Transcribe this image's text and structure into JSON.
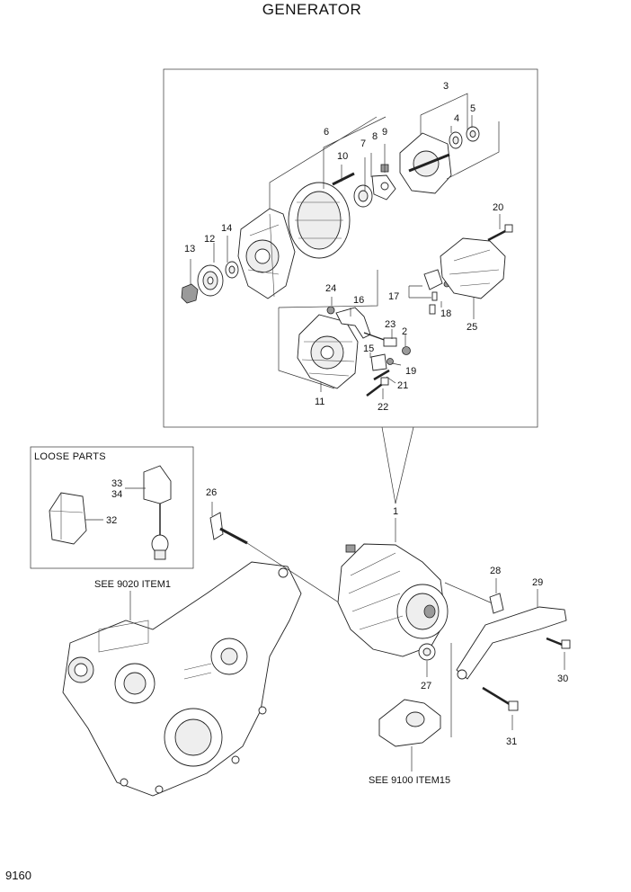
{
  "title": "GENERATOR",
  "page_number": "9160",
  "loose_parts_label": "LOOSE PARTS",
  "references": {
    "engine_cover": "SEE 9020 ITEM1",
    "bracket": "SEE 9100 ITEM15"
  },
  "callouts": {
    "p1": "1",
    "p2": "2",
    "p3": "3",
    "p4": "4",
    "p5": "5",
    "p6": "6",
    "p7": "7",
    "p8": "8",
    "p9": "9",
    "p10": "10",
    "p11": "11",
    "p12": "12",
    "p13": "13",
    "p14": "14",
    "p15": "15",
    "p16": "16",
    "p17": "17",
    "p18": "18",
    "p19": "19",
    "p20": "20",
    "p21": "21",
    "p22": "22",
    "p23": "23",
    "p24": "24",
    "p25": "25",
    "p26": "26",
    "p27": "27",
    "p28": "28",
    "p29": "29",
    "p30": "30",
    "p31": "31",
    "p32": "32",
    "p33": "33",
    "p34": "34"
  }
}
